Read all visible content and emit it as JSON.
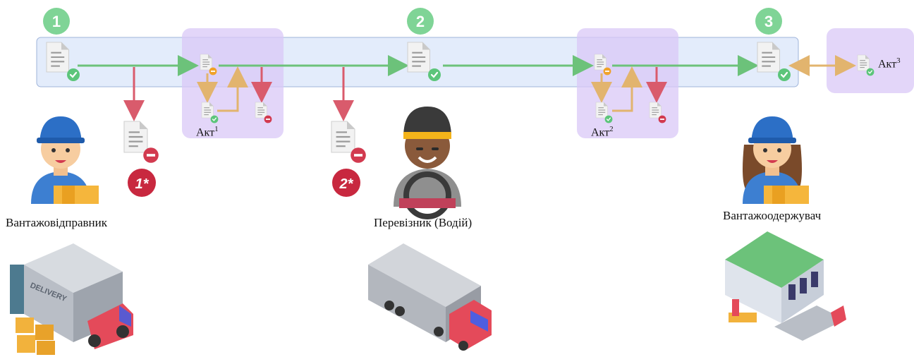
{
  "colors": {
    "band_fill": "#e3ecfb",
    "band_stroke": "#9fb4da",
    "purple_box": "#e5d9fa",
    "green_arrow": "#6cc27a",
    "red_arrow": "#d95b6c",
    "gold_arrow": "#e2b46e",
    "step_badge": "#7fd496",
    "reject_badge": "#c8283f"
  },
  "steps": [
    {
      "number": "1"
    },
    {
      "number": "2"
    },
    {
      "number": "3"
    }
  ],
  "rejections": [
    {
      "label": "1*"
    },
    {
      "label": "2*"
    }
  ],
  "acts": [
    {
      "text": "Акт",
      "sup": "1"
    },
    {
      "text": "Акт",
      "sup": "2"
    },
    {
      "text": "Акт",
      "sup": "3"
    }
  ],
  "roles": {
    "shipper": "Вантажовідправник",
    "carrier": "Перевізник (Водій)",
    "consignee": "Вантажоодержувач"
  },
  "truck_text": "DELIVERY",
  "icons": [
    "document-approved-icon",
    "document-pending-icon",
    "document-rejected-icon",
    "worker-man-icon",
    "driver-icon",
    "worker-woman-icon",
    "delivery-truck-icon",
    "container-truck-icon",
    "warehouse-icon"
  ]
}
